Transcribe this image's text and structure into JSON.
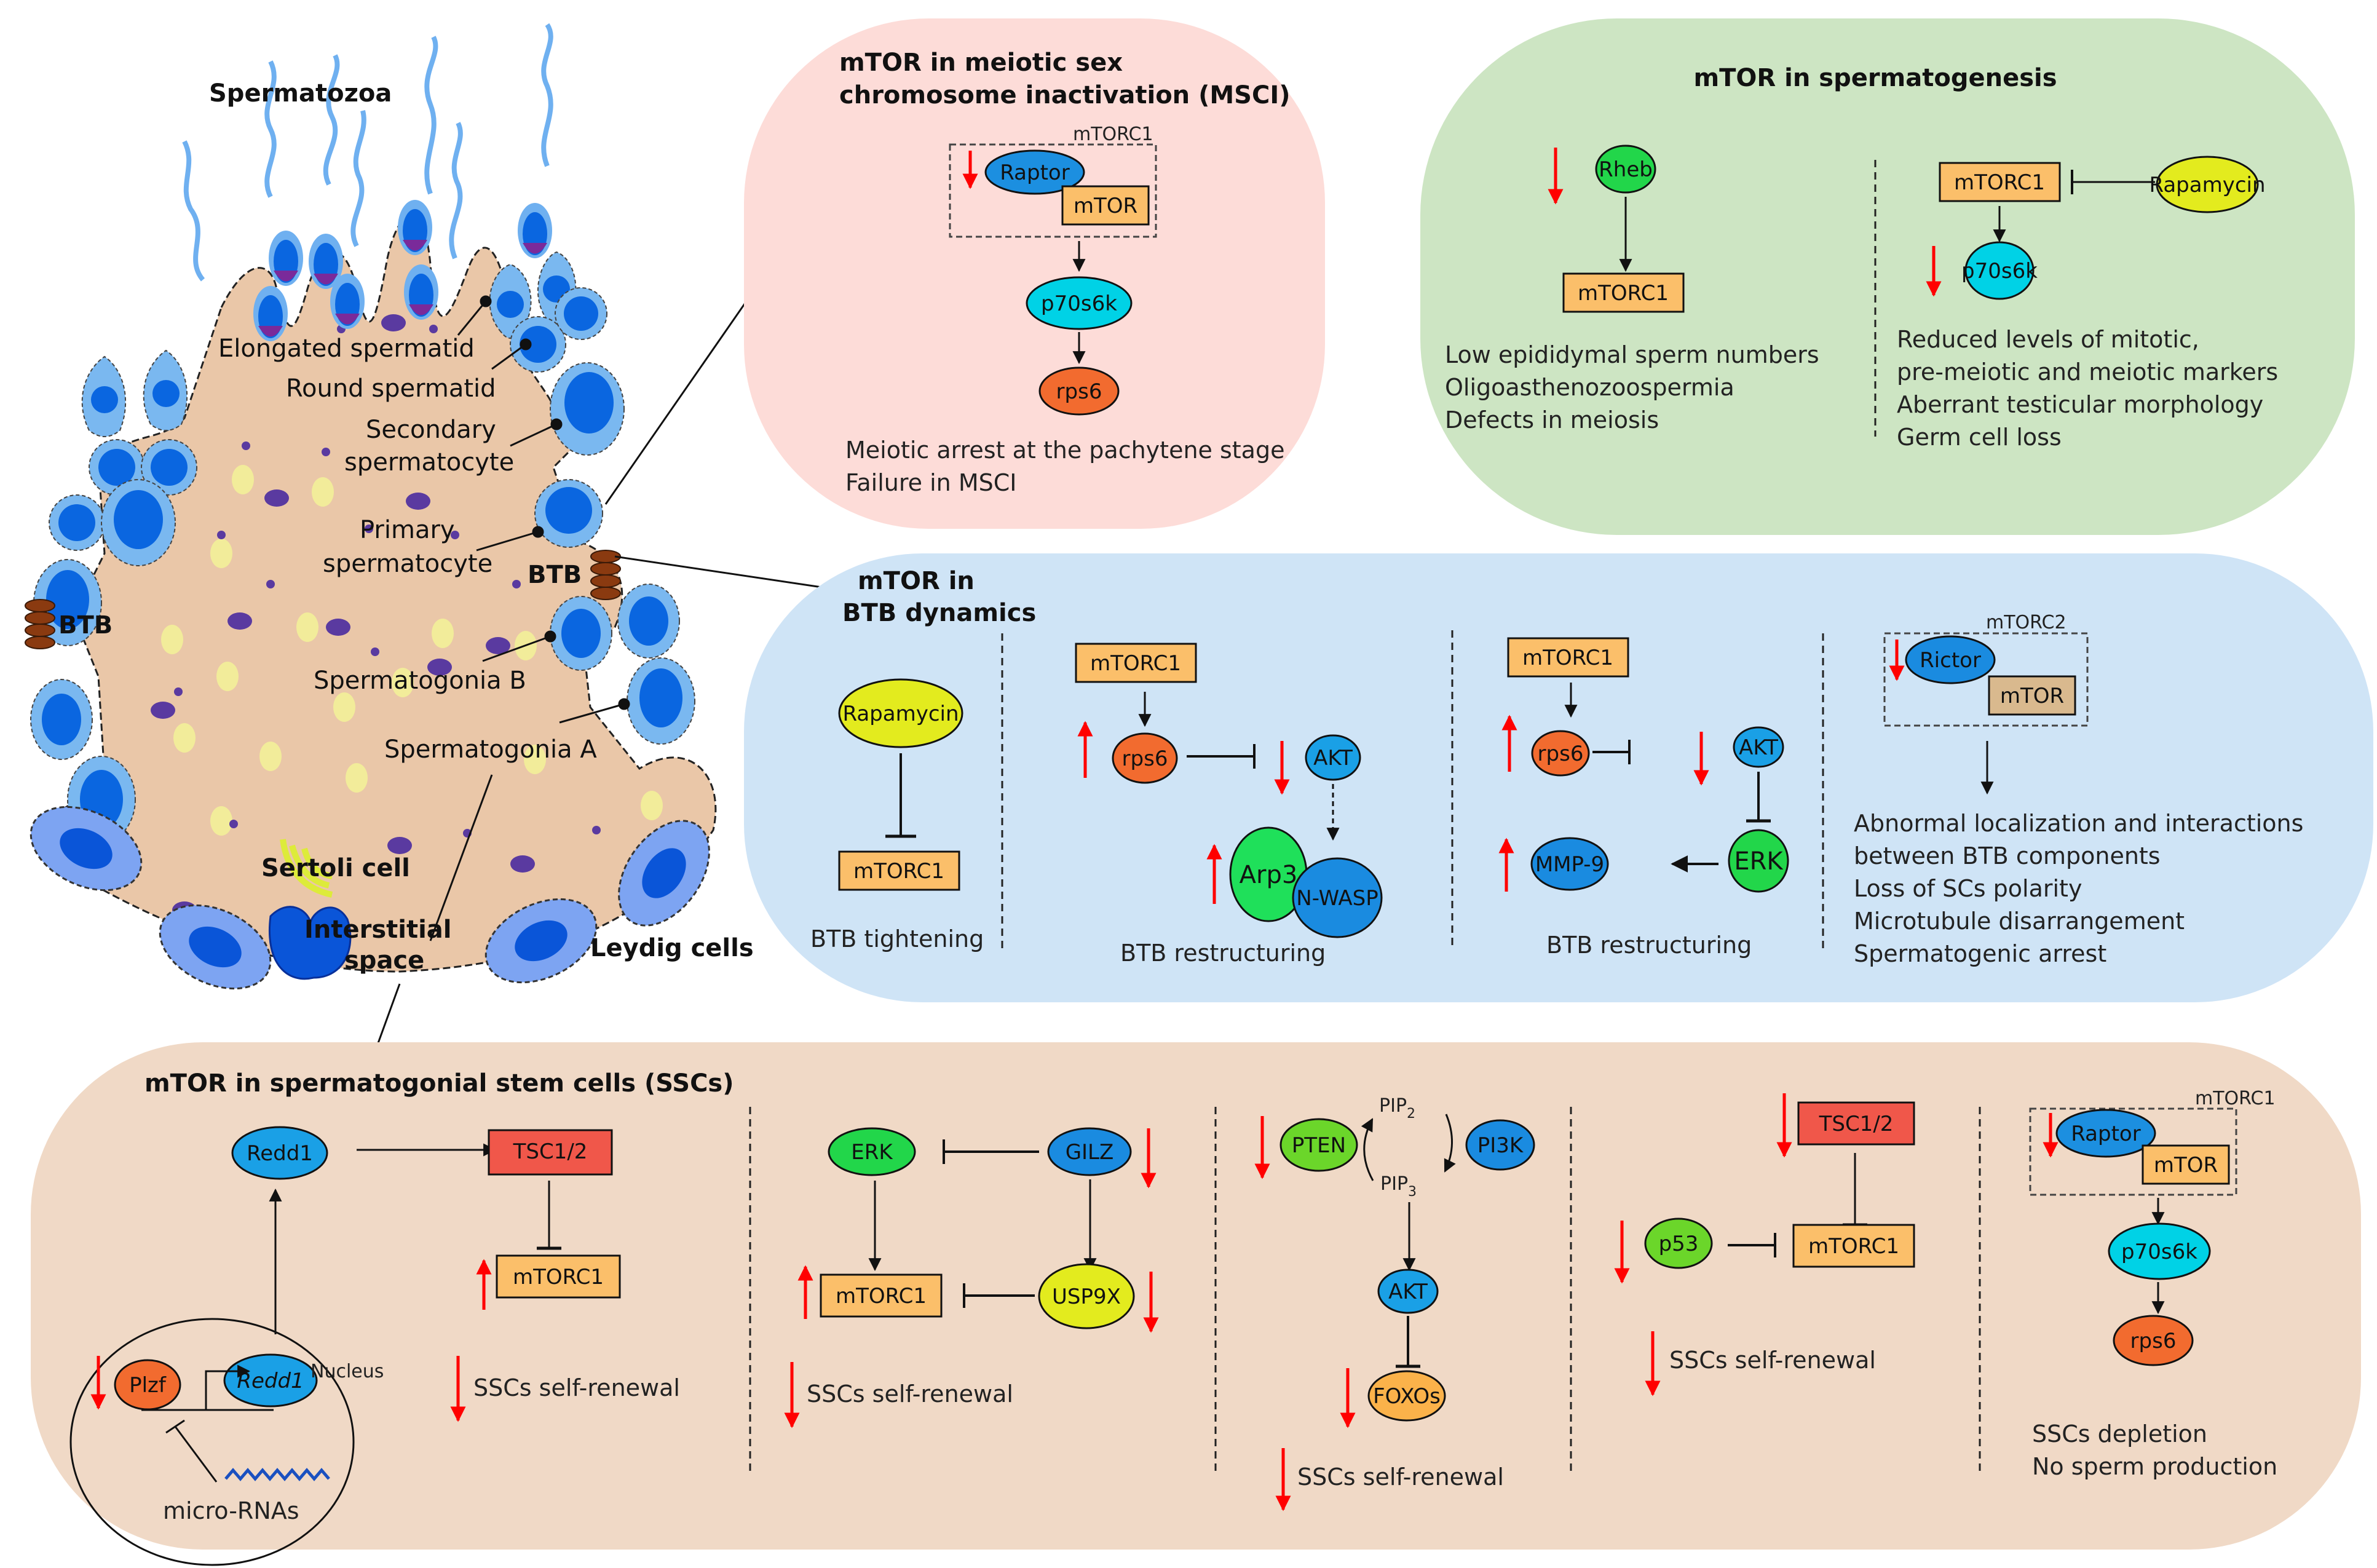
{
  "colors": {
    "msci_bg": "#fddcd8",
    "spermatogenesis_bg": "#cde5c3",
    "btb_bg": "#cfe4f6",
    "ssc_bg": "#f0d9c6",
    "mtorc_box": "#fbbf6a",
    "mtor_box_btb": "#d9b98e",
    "tsc_box": "#f0574a",
    "raptor": "#1c8fe0",
    "p70s6k": "#00d2e6",
    "rps6": "#f26b2f",
    "rheb": "#22d64a",
    "rapamycin": "#e3eb1e",
    "akt": "#1aa0e6",
    "arp3": "#1fe05a",
    "nwasp": "#1a8be0",
    "erk": "#22d64a",
    "mmp9": "#1a8be0",
    "gilz": "#1a8be0",
    "usp9x": "#e3eb1e",
    "pten": "#6bd62a",
    "pi3k": "#1a8be0",
    "foxos": "#fbb24a",
    "p53": "#6bd62a",
    "plzf": "#f26b2f",
    "redd1": "#1aa0e6",
    "arrow_red": "#ff0000",
    "sertoli": "#eac7a8",
    "germ_outer": "#7ab8f0",
    "germ_inner": "#0a66e0",
    "leydig_outer": "#7da4f2",
    "btb_junction": "#8a3a10"
  },
  "anatomy": {
    "labels": {
      "spermatozoa": "Spermatozoa",
      "elongated_spermatid": "Elongated spermatid",
      "round_spermatid": "Round spermatid",
      "secondary_spermatocyte_1": "Secondary",
      "secondary_spermatocyte_2": "spermatocyte",
      "primary_spermatocyte_1": "Primary",
      "primary_spermatocyte_2": "spermatocyte",
      "btb_right": "BTB",
      "btb_left": "BTB",
      "spermatogonia_b": "Spermatogonia B",
      "spermatogonia_a": "Spermatogonia A",
      "sertoli_cell": "Sertoli cell",
      "interstitial_1": "Interstitial",
      "interstitial_2": "space",
      "leydig_cells": "Leydig cells"
    }
  },
  "msci": {
    "title_1": "mTOR in meiotic sex",
    "title_2": "chromosome inactivation (MSCI)",
    "complex_label": "mTORC1",
    "raptor": "Raptor",
    "mtor": "mTOR",
    "p70s6k": "p70s6k",
    "rps6": "rps6",
    "raptor_change": "down",
    "outcomes": [
      "Meiotic arrest at the pachytene stage",
      "Failure in MSCI"
    ]
  },
  "spermatogenesis": {
    "title": "mTOR in spermatogenesis",
    "left": {
      "rheb": "Rheb",
      "rheb_change": "down",
      "mtorc1": "mTORC1",
      "outcomes": [
        "Low epididymal sperm numbers",
        "Oligoasthenozoospermia",
        "Defects in meiosis"
      ]
    },
    "right": {
      "mtorc1": "mTORC1",
      "rapamycin": "Rapamycin",
      "p70s6k": "p70s6k",
      "p70s6k_change": "down",
      "outcomes": [
        "Reduced levels of mitotic,",
        "pre-meiotic and meiotic markers",
        "Aberrant testicular morphology",
        "Germ cell loss"
      ]
    }
  },
  "btb": {
    "title_1": "mTOR in",
    "title_2": "BTB dynamics",
    "col1": {
      "rapamycin": "Rapamycin",
      "mtorc1": "mTORC1",
      "outcome": "BTB tightening"
    },
    "col2": {
      "mtorc1": "mTORC1",
      "rps6": "rps6",
      "rps6_change": "up",
      "akt": "AKT",
      "akt_change": "down",
      "arp3": "Arp3",
      "arp3_change": "up",
      "nwasp": "N-WASP",
      "outcome": "BTB restructuring"
    },
    "col3": {
      "mtorc1": "mTORC1",
      "rps6": "rps6",
      "rps6_change": "up",
      "akt": "AKT",
      "akt_change": "down",
      "erk": "ERK",
      "mmp9": "MMP-9",
      "mmp9_change": "up",
      "outcome": "BTB restructuring"
    },
    "col4": {
      "complex_label": "mTORC2",
      "rictor": "Rictor",
      "rictor_change": "down",
      "mtor": "mTOR",
      "outcomes": [
        "Abnormal localization and interactions",
        "between BTB components",
        "Loss of SCs polarity",
        "Microtubule disarrangement",
        "Spermatogenic arrest"
      ]
    }
  },
  "ssc": {
    "title": "mTOR in spermatogonial stem cells (SSCs)",
    "col1": {
      "redd1": "Redd1",
      "tsc": "TSC1/2",
      "mtorc1": "mTORC1",
      "mtorc1_change": "up",
      "redd1_gene": "Redd1",
      "plzf": "Plzf",
      "plzf_change": "down",
      "nucleus": "Nucleus",
      "micro_rnas": "micro-RNAs",
      "outcome": "SSCs self-renewal",
      "outcome_change": "down"
    },
    "col2": {
      "erk": "ERK",
      "gilz": "GILZ",
      "gilz_change": "down",
      "mtorc1": "mTORC1",
      "mtorc1_change": "up",
      "usp9x": "USP9X",
      "usp9x_change": "down",
      "outcome": "SSCs self-renewal",
      "outcome_change": "down"
    },
    "col3": {
      "pten": "PTEN",
      "pten_change": "down",
      "pip2": "PIP",
      "pip2_sub": "2",
      "pip3": "PIP",
      "pip3_sub": "3",
      "pi3k": "PI3K",
      "akt": "AKT",
      "foxos": "FOXOs",
      "foxos_change": "down",
      "outcome": "SSCs self-renewal",
      "outcome_change": "down"
    },
    "col4": {
      "tsc": "TSC1/2",
      "tsc_change": "down",
      "p53": "p53",
      "p53_change": "down",
      "mtorc1": "mTORC1",
      "outcome": "SSCs self-renewal",
      "outcome_change": "down"
    },
    "col5": {
      "complex_label": "mTORC1",
      "raptor": "Raptor",
      "raptor_change": "down",
      "mtor": "mTOR",
      "p70s6k": "p70s6k",
      "rps6": "rps6",
      "outcomes": [
        "SSCs depletion",
        "No sperm production"
      ]
    }
  }
}
